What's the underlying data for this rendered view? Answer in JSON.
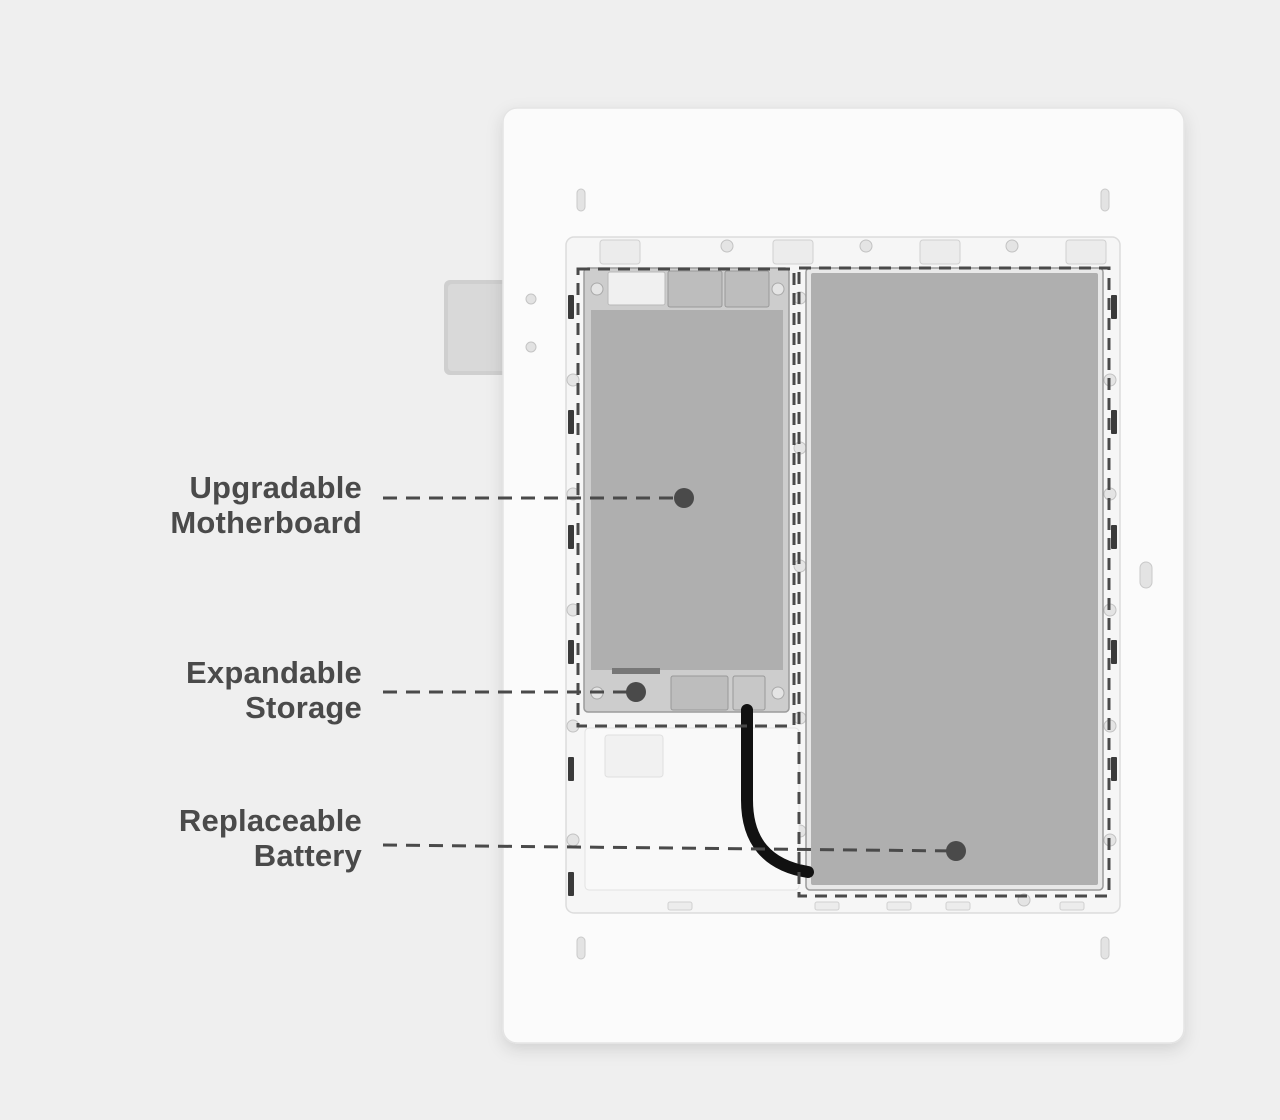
{
  "callouts": [
    {
      "id": "motherboard",
      "line1": "Upgradable",
      "line2": "Motherboard"
    },
    {
      "id": "storage",
      "line1": "Expandable",
      "line2": "Storage"
    },
    {
      "id": "battery",
      "line1": "Replaceable",
      "line2": "Battery"
    }
  ],
  "colors": {
    "background": "#efefef",
    "case": "#fbfbfb",
    "component": "#afafaf",
    "callout": "#4a4a4a"
  }
}
